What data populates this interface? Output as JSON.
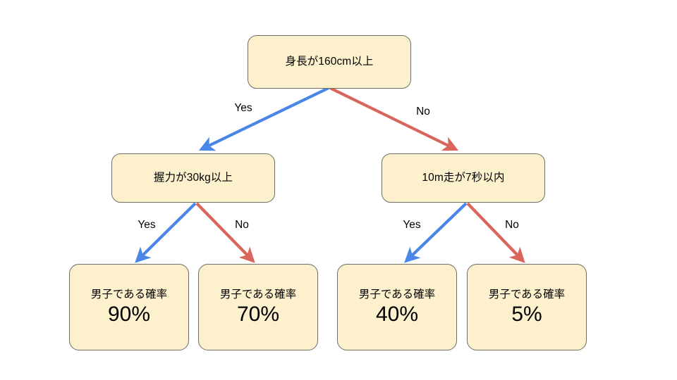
{
  "diagram": {
    "type": "decision-tree",
    "background_color": "#ffffff",
    "node_fill": "#FCF0CD",
    "node_border": "#6E6E66",
    "yes_edge_color": "#4A86E8",
    "no_edge_color": "#D9655C",
    "root": {
      "id": "root",
      "label": "身長が160cm以上"
    },
    "decisions": [
      {
        "id": "left-decision",
        "label": "握力が30kg以上"
      },
      {
        "id": "right-decision",
        "label": "10m走が7秒以内"
      }
    ],
    "leaves": [
      {
        "id": "leaf-1",
        "title": "男子である確率",
        "value": "90%"
      },
      {
        "id": "leaf-2",
        "title": "男子である確率",
        "value": "70%"
      },
      {
        "id": "leaf-3",
        "title": "男子である確率",
        "value": "40%"
      },
      {
        "id": "leaf-4",
        "title": "男子である確率",
        "value": "5%"
      }
    ],
    "edge_labels": {
      "root_yes": "Yes",
      "root_no": "No",
      "left_yes": "Yes",
      "left_no": "No",
      "right_yes": "Yes",
      "right_no": "No"
    }
  },
  "chart_data": {
    "type": "table",
    "title": "身長が160cm以上",
    "categories": [
      "90%",
      "70%",
      "40%",
      "5%"
    ],
    "values": [
      90,
      70,
      40,
      5
    ],
    "series": [
      {
        "name": "男子である確率",
        "values": [
          90,
          70,
          40,
          5
        ]
      }
    ],
    "paths": [
      {
        "conditions": [
          "身長が160cm以上: Yes",
          "握力が30kg以上: Yes"
        ],
        "result": "男子である確率 90%"
      },
      {
        "conditions": [
          "身長が160cm以上: Yes",
          "握力が30kg以上: No"
        ],
        "result": "男子である確率 70%"
      },
      {
        "conditions": [
          "身長が160cm以上: No",
          "10m走が7秒以内: Yes"
        ],
        "result": "男子である確率 40%"
      },
      {
        "conditions": [
          "身長が160cm以上: No",
          "10m走が7秒以内: No"
        ],
        "result": "男子である確率 5%"
      }
    ],
    "xlabel": "",
    "ylabel": "男子である確率",
    "ylim": [
      0,
      100
    ]
  }
}
